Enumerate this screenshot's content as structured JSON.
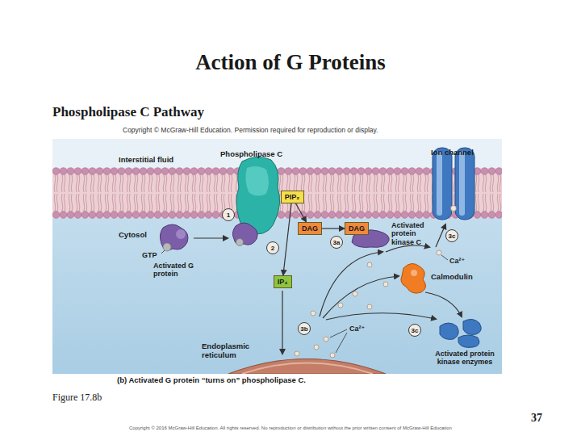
{
  "diagram": {
    "title": "Action of G Proteins",
    "caption": "(b) Activated G protein “turns on” phospholipase C.",
    "nodes": [
      {
        "text": [
          "1"
        ]
      },
      {
        "text": [
          "PIP₂"
        ]
      },
      {
        "text": [
          "DAG"
        ]
      },
      {
        "text": [
          "DAG"
        ]
      },
      {
        "text": [
          "2"
        ]
      },
      {
        "text": [
          "3a"
        ]
      },
      {
        "text": [
          "3c"
        ]
      },
      {
        "text": [
          "IP₃"
        ]
      },
      {
        "text": [
          "3b"
        ]
      },
      {
        "text": [
          "3c"
        ]
      }
    ],
    "edges": [
      {
        "from": 1,
        "to": 2,
        "arrow": "to"
      },
      {
        "from": 2,
        "to": 3,
        "arrow": "to"
      },
      {
        "from": 1,
        "to": 7,
        "arrow": "to"
      }
    ],
    "labels": [
      "Phospholipase C Pathway",
      "Copyright © McGraw-Hill Education. Permission required for reproduction or display.",
      "Interstitial fluid",
      "Phospholipase C",
      "Ion channel",
      "Cytosol",
      "GTP",
      "Activated G protein",
      "Activated protein kinase C",
      "Ca²⁺",
      "Calmodulin",
      "Ca²⁺",
      "Endoplasmic reticulum",
      "Activated protein kinase enzymes",
      "Figure 17.8b",
      "37",
      "Copyright © 2016 McGraw-Hill Education. All rights reserved. No reproduction or distribution without the prior written consent of McGraw-Hill Education"
    ]
  }
}
